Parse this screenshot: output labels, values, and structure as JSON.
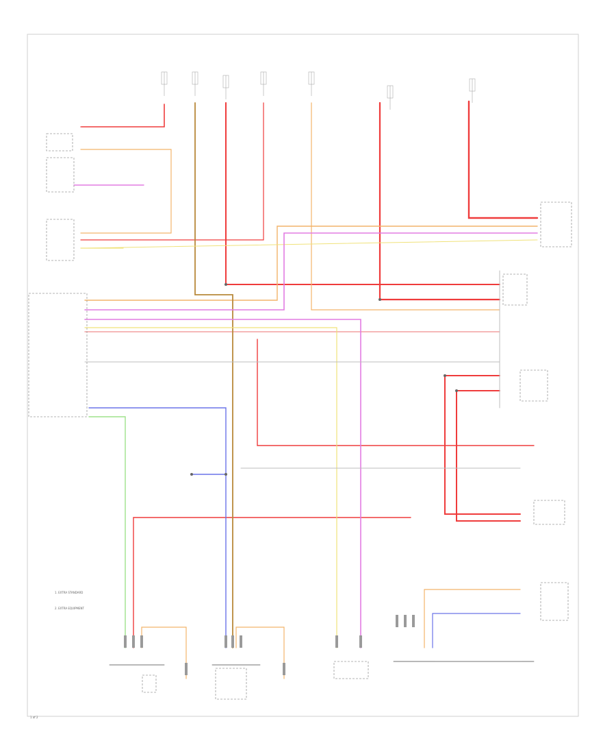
{
  "wire_colors": {
    "red": "#ef3b3b",
    "pink": "#f4a0a0",
    "orange": "#f2b36a",
    "yellow": "#f0e27a",
    "violet": "#e27be2",
    "blue": "#6a73e8",
    "green": "#9ee28a",
    "brown": "#b8893a",
    "grey": "#bdbdbd",
    "black": "#444444"
  },
  "diagram": {
    "page_number": "1 of 2",
    "notes": [
      "1. EXTRA STANDARD",
      "2. EXTRA EQUIPMENT"
    ]
  }
}
